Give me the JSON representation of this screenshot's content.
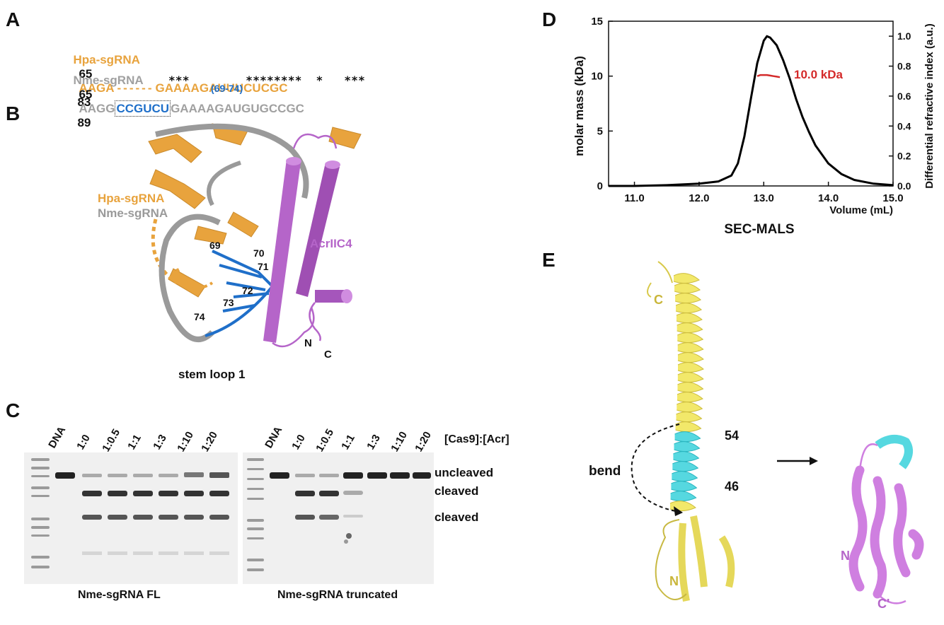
{
  "panels": {
    "a": "A",
    "b": "B",
    "c": "C",
    "d": "D",
    "e": "E"
  },
  "panel_a": {
    "rows": [
      {
        "label": "Hpa-sgRNA",
        "start": "65",
        "seq_left": "AAGA",
        "seq_gap": "------",
        "seq_right": "GAAAAGAUUUCUCGC",
        "end": "83"
      },
      {
        "label": "Nme-sgRNA",
        "start": "65",
        "seq_left": "AAGG",
        "seq_box": "CCGUCU",
        "seq_right": "GAAAAGAUGUGCCGC",
        "end": "89"
      }
    ],
    "conservation": "***        ********  *   ***",
    "box_range": "(69-74)",
    "colors": {
      "hpa": "#e8a33d",
      "nme": "#a0a0a0",
      "highlight": "#1f6fc9"
    }
  },
  "panel_b": {
    "label_hpa": "Hpa-sgRNA",
    "label_nme": "Nme-sgRNA",
    "label_acr": "AcrIIC4",
    "label_loop": "stem loop 1",
    "residues": [
      "69",
      "70",
      "71",
      "72",
      "73",
      "74"
    ],
    "term_n": "N",
    "term_c": "C",
    "colors": {
      "hpa": "#e8a33d",
      "nme": "#9a9a9a",
      "acr": "#b565c9",
      "loop": "#1f6fc9"
    }
  },
  "panel_c": {
    "lane_labels_left": [
      "DNA",
      "1:0",
      "1:0.5",
      "1:1",
      "1:3",
      "1:10",
      "1:20"
    ],
    "lane_labels_right": [
      "DNA",
      "1:0",
      "1:0.5",
      "1:1",
      "1:3",
      "1:10",
      "1:20"
    ],
    "ratio_label": "[Cas9]:[Acr]",
    "band_uncleaved": "uncleaved",
    "band_cleaved_1": "cleaved",
    "band_cleaved_2": "cleaved",
    "caption_left": "Nme-sgRNA FL",
    "caption_right": "Nme-sgRNA truncated"
  },
  "panel_d": {
    "xlabel_bottom": "SEC-MALS",
    "x_unit_label": "Volume (mL)",
    "ylabel_left": "molar mass (kDa)",
    "ylabel_right": "Differential refractive index (a.u.)",
    "annotation": "10.0 kDa",
    "annotation_color": "#d42a2a"
  },
  "chart_data": {
    "type": "line",
    "xlim": [
      10.6,
      15.0
    ],
    "ylim_left": [
      0,
      15
    ],
    "ylim_right": [
      0,
      1.1
    ],
    "x_ticks": [
      "11.0",
      "12.0",
      "13.0",
      "14.0",
      "15.0"
    ],
    "y_ticks_left": [
      "0",
      "5",
      "10",
      "15"
    ],
    "y_ticks_right": [
      "0.0",
      "0.2",
      "0.4",
      "0.6",
      "0.8",
      "1.0"
    ],
    "series": [
      {
        "axis": "right",
        "color": "#000000",
        "x": [
          10.6,
          11.0,
          11.5,
          12.0,
          12.3,
          12.5,
          12.6,
          12.7,
          12.8,
          12.9,
          13.0,
          13.05,
          13.1,
          13.2,
          13.3,
          13.4,
          13.5,
          13.6,
          13.7,
          13.8,
          14.0,
          14.2,
          14.4,
          14.7,
          15.0
        ],
        "y": [
          0.0,
          0.0,
          0.005,
          0.015,
          0.03,
          0.07,
          0.15,
          0.33,
          0.58,
          0.82,
          0.97,
          1.0,
          0.99,
          0.94,
          0.84,
          0.72,
          0.58,
          0.46,
          0.36,
          0.27,
          0.15,
          0.08,
          0.04,
          0.015,
          0.005
        ]
      },
      {
        "axis": "left",
        "color": "#d42a2a",
        "x": [
          12.9,
          12.95,
          13.0,
          13.05,
          13.1,
          13.15,
          13.2,
          13.25
        ],
        "y": [
          10.0,
          10.1,
          10.1,
          10.1,
          10.05,
          10.0,
          9.95,
          9.9
        ]
      }
    ]
  },
  "panel_e": {
    "term_c": "C",
    "term_n": "N",
    "res_54": "54",
    "res_46": "46",
    "bend_label": "bend",
    "term_n2": "N",
    "term_c2": "C'",
    "colors": {
      "helix": "#f2e86a",
      "hinge": "#56d8e0",
      "dimer": "#cf7fe0"
    }
  }
}
